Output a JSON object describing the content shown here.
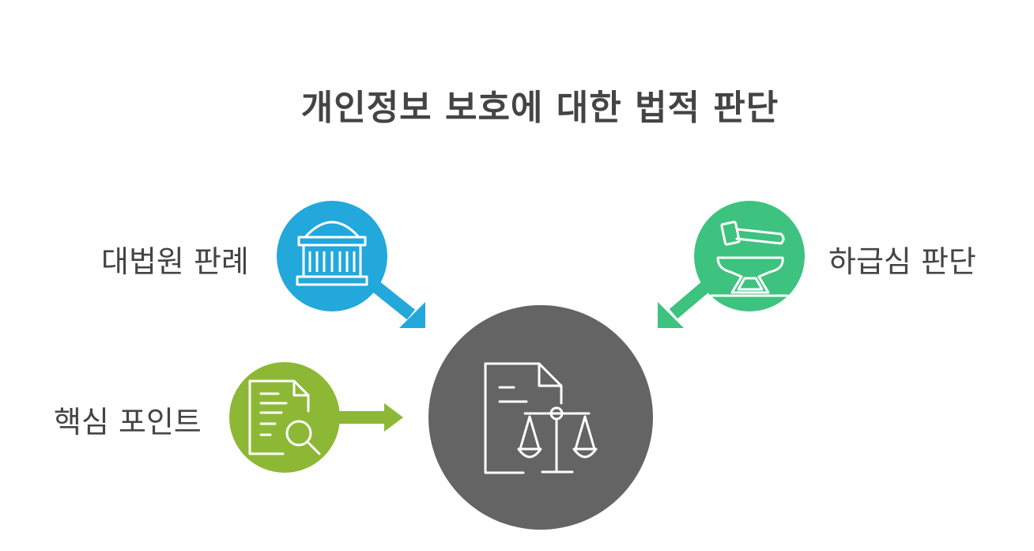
{
  "title": "개인정보 보호에 대한 법적 판단",
  "nodes": {
    "supreme_court": {
      "label": "대법원 판례",
      "icon": "courthouse-icon",
      "color": "#23A8DC"
    },
    "lower_court": {
      "label": "하급심 판단",
      "icon": "gavel-anvil-icon",
      "color": "#3EC27F"
    },
    "key_points": {
      "label": "핵심 포인트",
      "icon": "document-search-icon",
      "color": "#8DB836"
    },
    "center": {
      "icon": "document-scales-icon",
      "color": "#646464"
    }
  }
}
